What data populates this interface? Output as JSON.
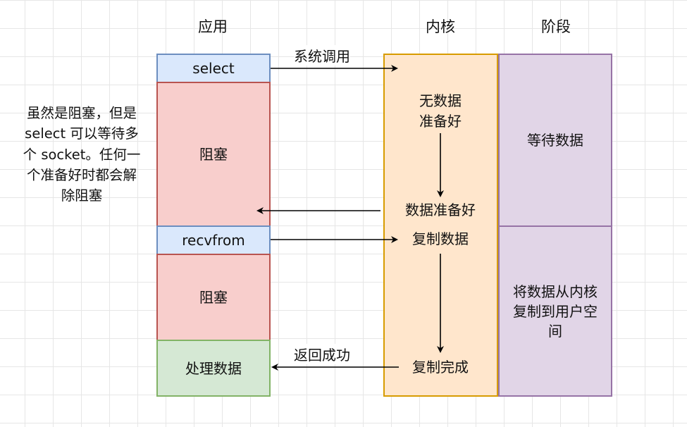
{
  "headers": {
    "app": "应用",
    "kernel": "内核",
    "stage": "阶段"
  },
  "app_column": {
    "select": "select",
    "blocked_1": "阻塞",
    "recvfrom": "recvfrom",
    "blocked_2": "阻塞",
    "process_data": "处理数据"
  },
  "kernel_column": {
    "no_data": "无数据\n准备好",
    "data_ready": "数据准备好",
    "copy_data": "复制数据",
    "copy_done": "复制完成"
  },
  "stage_column": {
    "wait_data": "等待数据",
    "copy_to_user": "将数据从内核\n复制到用户空\n间"
  },
  "arrow_labels": {
    "syscall": "系统调用",
    "return_success": "返回成功"
  },
  "side_note": "虽然是阻塞，但是\nselect 可以等待多\n个 socket。任何一\n个准备好时都会解\n除阻塞"
}
